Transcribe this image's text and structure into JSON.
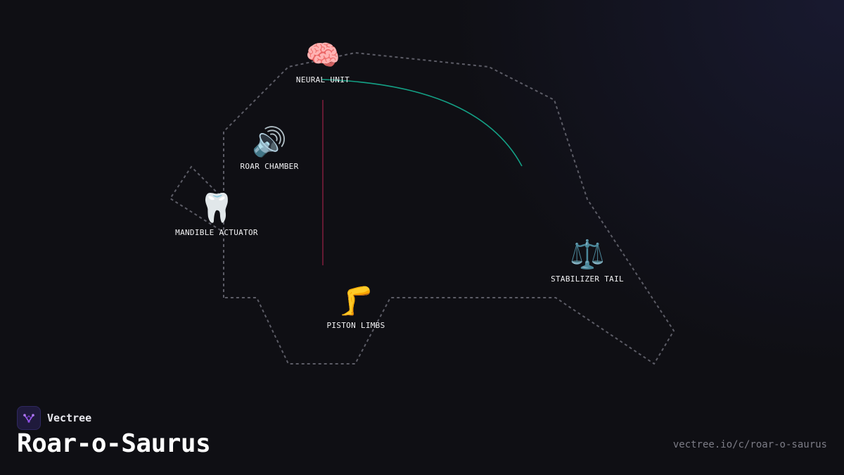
{
  "brand": {
    "name": "Vectree",
    "logo_icon": "vectree-logo-icon",
    "logo_color": "#9b59f0"
  },
  "title": "Roar-o-Saurus",
  "url": "vectree.io/c/roar-o-saurus",
  "colors": {
    "outline": "#5c5c66",
    "arc": "#14a085",
    "spine": "#7a1c3a"
  },
  "nodes": [
    {
      "id": "neural",
      "label": "NEURAL UNIT",
      "icon": "brain-icon",
      "glyph": "🧠"
    },
    {
      "id": "roar",
      "label": "ROAR CHAMBER",
      "icon": "speaker-icon",
      "glyph": "🔊"
    },
    {
      "id": "mandible",
      "label": "MANDIBLE ACTUATOR",
      "icon": "tooth-icon",
      "glyph": "🦷"
    },
    {
      "id": "stabilizer",
      "label": "STABILIZER TAIL",
      "icon": "balance-scale-icon",
      "glyph": "⚖️"
    },
    {
      "id": "piston",
      "label": "PISTON LIMBS",
      "icon": "leg-icon",
      "glyph": "🦵"
    }
  ]
}
